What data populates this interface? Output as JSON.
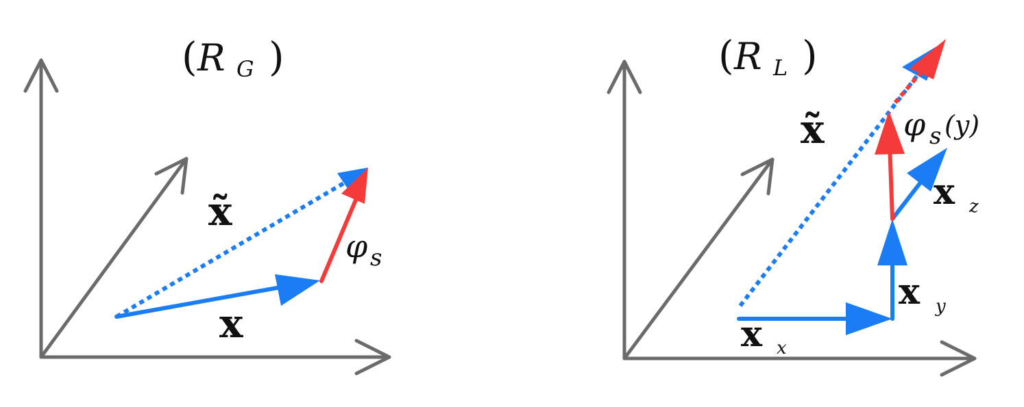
{
  "colors": {
    "axis": "#6b6b6b",
    "vector": "#1a7df5",
    "perturbation": "#f53a3a",
    "text": "#111111"
  },
  "left_panel": {
    "frame_title": {
      "script_letter": "R",
      "subscript": "G"
    },
    "x_tilde_label": "x̃",
    "x_label": "x",
    "phi_label": "φ",
    "phi_subscript": "s"
  },
  "right_panel": {
    "frame_title": {
      "script_letter": "R",
      "subscript": "L"
    },
    "x_tilde_label": "x̃",
    "phi_label": "φ",
    "phi_subscript": "s",
    "phi_arg": "(y)",
    "xx_label": "x",
    "xx_subscript": "x",
    "xy_label": "x",
    "xy_subscript": "y",
    "xz_label": "x",
    "xz_subscript": "z"
  }
}
